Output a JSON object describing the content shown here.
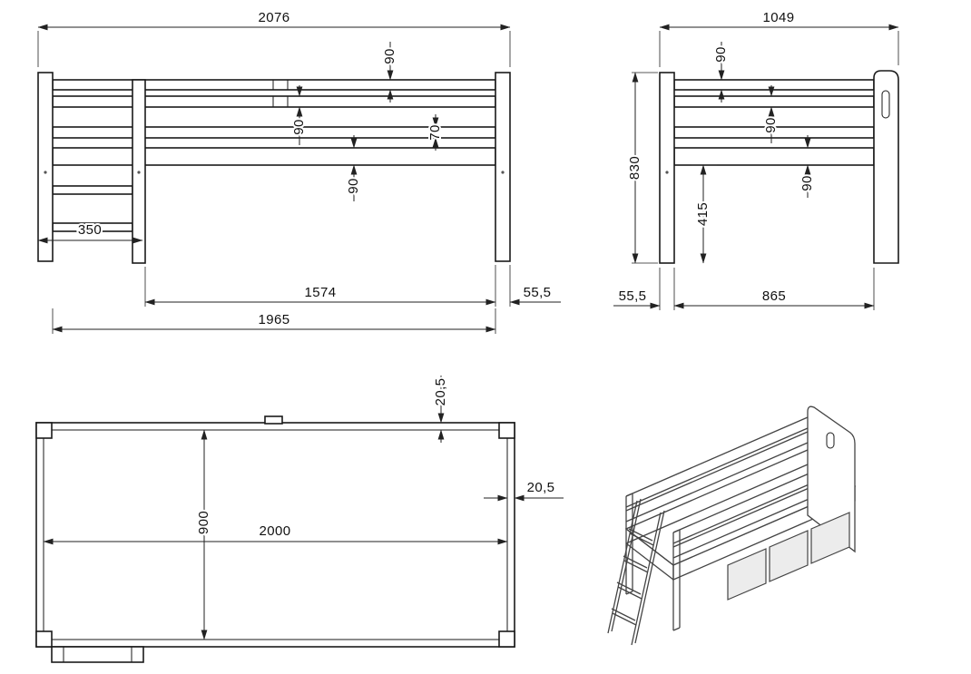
{
  "drawing": {
    "front_view": {
      "overall_width": "2076",
      "rail1_height": "90",
      "rail2_height": "90",
      "rail3_height": "70",
      "base_height": "90",
      "ladder_width": "350",
      "inner_length": "1574",
      "post_width": "55,5",
      "frame_inner_length": "1965"
    },
    "side_view": {
      "overall_length": "1049",
      "rail1_height": "90",
      "rail2_height": "90",
      "base_height": "90",
      "overall_height": "830",
      "clearance_height": "415",
      "post_width": "55,5",
      "inner_depth": "865"
    },
    "plan_view": {
      "board_thickness_top": "20,5",
      "inner_width": "900",
      "inner_length": "2000",
      "board_thickness_side": "20,5"
    }
  }
}
